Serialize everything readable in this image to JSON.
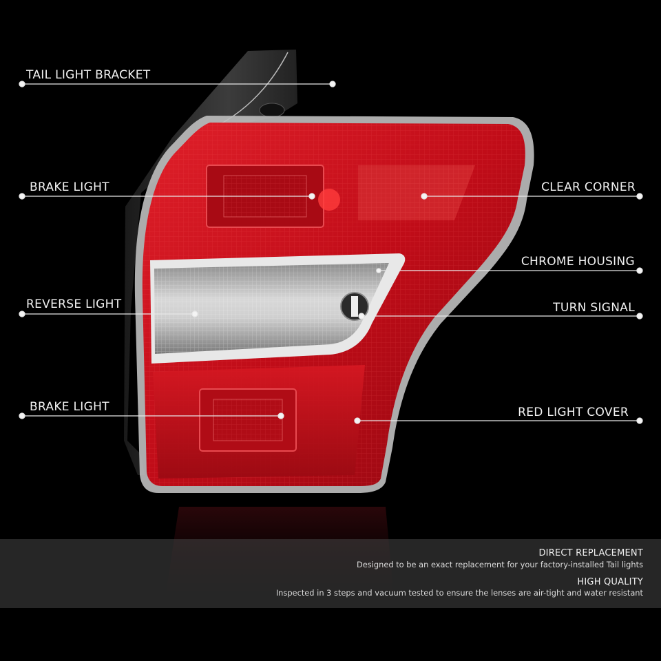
{
  "callouts": {
    "tail_light_bracket": "TAIL LIGHT BRACKET",
    "brake_light_top": "BRAKE LIGHT",
    "clear_corner": "CLEAR CORNER",
    "chrome_housing": "CHROME HOUSING",
    "reverse_light": "REVERSE LIGHT",
    "turn_signal": "TURN SIGNAL",
    "brake_light_bottom": "BRAKE LIGHT",
    "red_light_cover": "RED LIGHT COVER"
  },
  "features": [
    {
      "title": "DIRECT REPLACEMENT",
      "description": "Designed to be an exact replacement for your factory-installed Tail lights"
    },
    {
      "title": "HIGH QUALITY",
      "description": "Inspected in 3 steps and vacuum tested to ensure the lenses are air-tight and water resistant"
    }
  ],
  "colors": {
    "background": "#000000",
    "lens_red": "#c8101c",
    "lens_dark_red": "#7a0a10",
    "chrome": "#e6e6e6",
    "callout_line": "#e8e8e8",
    "banner": "#464646"
  }
}
